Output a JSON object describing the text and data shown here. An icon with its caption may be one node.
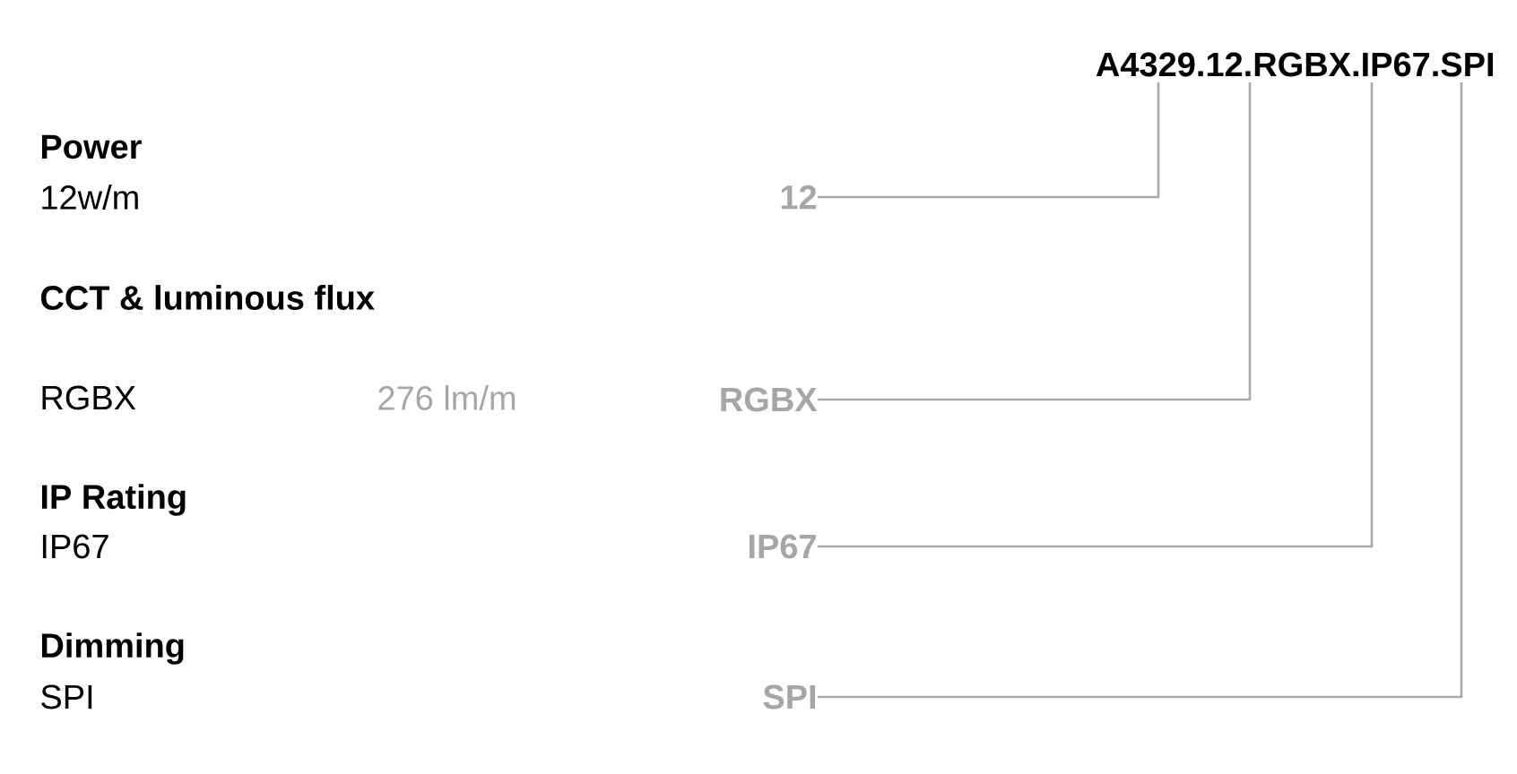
{
  "diagram": {
    "nodes": [
      {
        "text": [
          "A4329.12.RGBX.IP67.SPI"
        ]
      },
      {
        "text": [
          "12"
        ]
      },
      {
        "text": [
          "RGBX"
        ]
      },
      {
        "text": [
          "IP67"
        ]
      },
      {
        "text": [
          "SPI"
        ]
      }
    ],
    "edges": [
      {
        "from": 1,
        "to": 0,
        "arrow": "none"
      },
      {
        "from": 2,
        "to": 0,
        "arrow": "none"
      },
      {
        "from": 3,
        "to": 0,
        "arrow": "none"
      },
      {
        "from": 4,
        "to": 0,
        "arrow": "none"
      }
    ],
    "labels": [
      "Power",
      "12w/m",
      "CCT & luminous flux",
      "RGBX",
      "276 lm/m",
      "IP Rating",
      "IP67",
      "Dimming",
      "SPI"
    ]
  }
}
